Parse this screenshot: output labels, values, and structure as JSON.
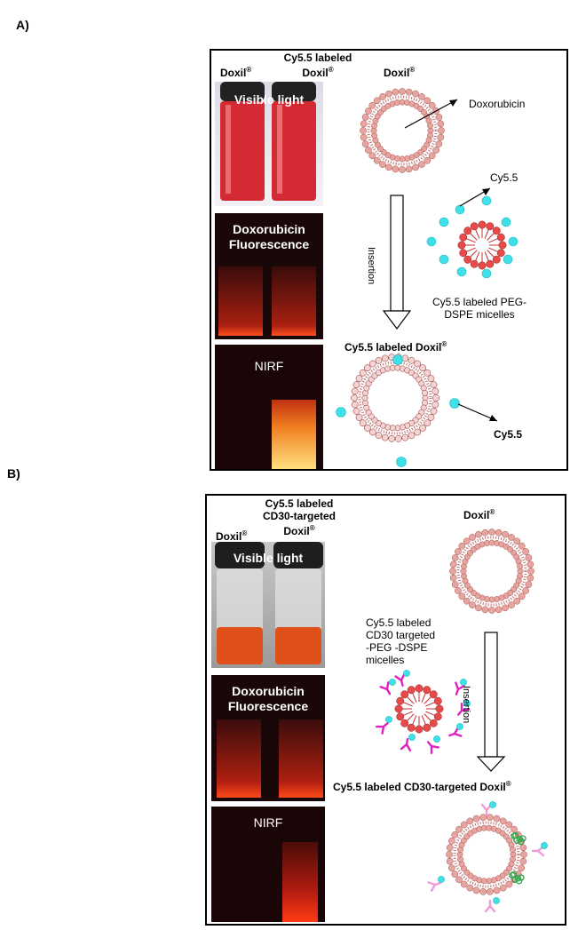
{
  "panel_a": {
    "label": "A)",
    "col_doxil": "Doxil",
    "col_cy55_line1": "Cy5.5 labeled",
    "col_cy55_line2": "Doxil",
    "reg": "®",
    "photo_visible": "Visible light",
    "photo_fluor_line1": "Doxorubicin",
    "photo_fluor_line2": "Fluorescence",
    "photo_nirf": "NIRF",
    "diagram_doxil": "Doxil",
    "doxorubicin": "Doxorubicin",
    "cy55": "Cy5.5",
    "micelle_line1": "Cy5.5 labeled  PEG-",
    "micelle_line2": "DSPE micelles",
    "insertion": "Insertion",
    "result": "Cy5.5 labeled  Doxil",
    "cy55_bottom": "Cy5.5"
  },
  "panel_b": {
    "label": "B)",
    "col_doxil": "Doxil",
    "col_target_line1": "Cy5.5 labeled",
    "col_target_line2": "CD30-targeted",
    "col_target_line3": "Doxil",
    "reg": "®",
    "photo_visible": "Visible light",
    "photo_fluor_line1": "Doxorubicin",
    "photo_fluor_line2": "Fluorescence",
    "photo_nirf": "NIRF",
    "diagram_doxil": "Doxil",
    "micelle_line1": "Cy5.5 labeled",
    "micelle_line2": "CD30 targeted",
    "micelle_line3": "-PEG -DSPE",
    "micelle_line4": "micelles",
    "insertion": "Insertion",
    "result": "Cy5.5 labeled  CD30-targeted  Doxil"
  },
  "colors": {
    "lipid_pink": "#e8a5a0",
    "lipid_red": "#e84a4a",
    "cy55_cyan": "#3fe0e8",
    "antibody_magenta": "#e020c0",
    "antibody_pink": "#f09ad8",
    "protein_green": "#2aa84a",
    "vial_red": "#c81e2a",
    "vial_orange": "#e0501a"
  }
}
